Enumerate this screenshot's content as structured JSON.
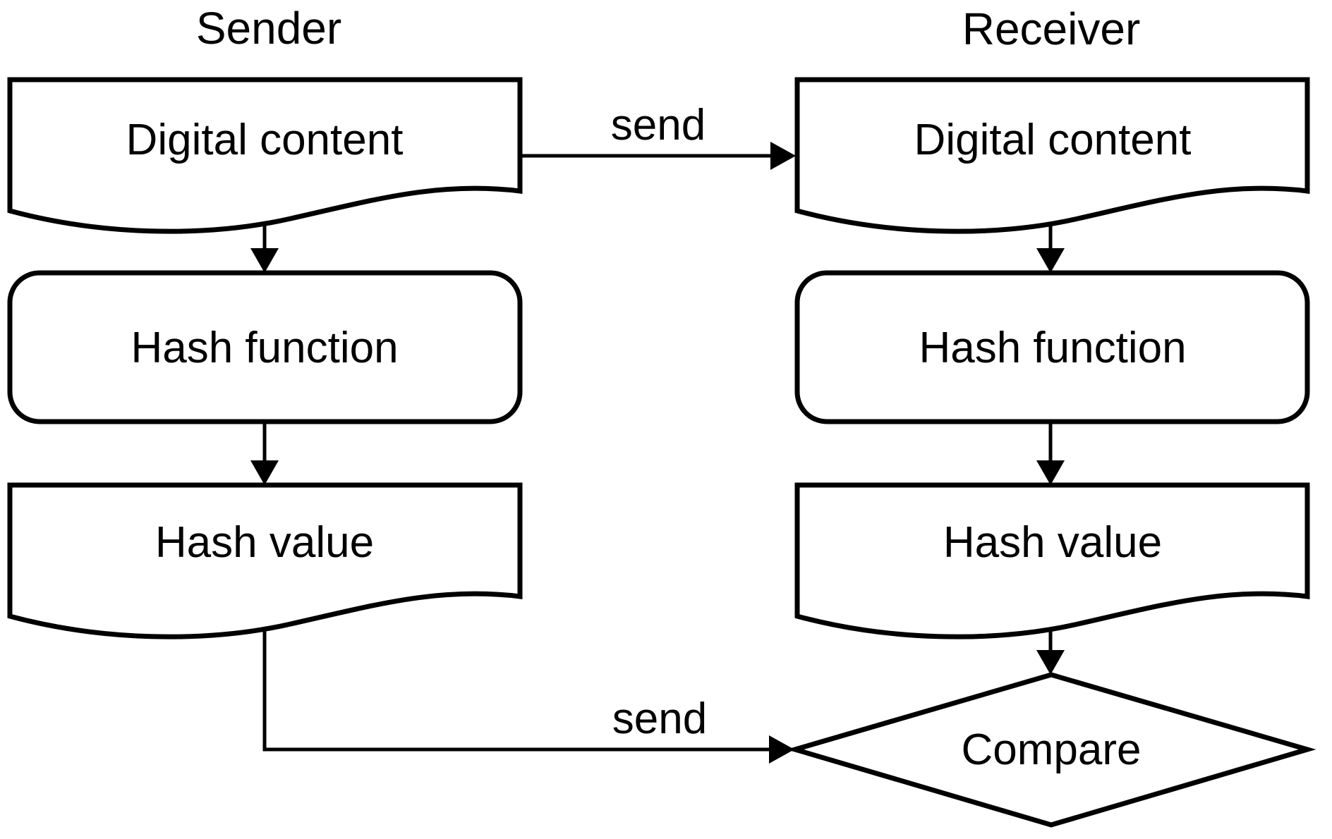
{
  "diagram": {
    "type": "flowchart",
    "background_color": "#ffffff",
    "stroke_color": "#000000",
    "shape_fill_color": "#ffffff",
    "sender": {
      "title": "Sender",
      "nodes": [
        {
          "id": "sender-digital-content",
          "label": "Digital content",
          "shape": "document"
        },
        {
          "id": "sender-hash-function",
          "label": "Hash function",
          "shape": "rounded-rectangle"
        },
        {
          "id": "sender-hash-value",
          "label": "Hash value",
          "shape": "document"
        }
      ]
    },
    "receiver": {
      "title": "Receiver",
      "nodes": [
        {
          "id": "receiver-digital-content",
          "label": "Digital content",
          "shape": "document"
        },
        {
          "id": "receiver-hash-function",
          "label": "Hash function",
          "shape": "rounded-rectangle"
        },
        {
          "id": "receiver-hash-value",
          "label": "Hash value",
          "shape": "document"
        },
        {
          "id": "receiver-compare",
          "label": "Compare",
          "shape": "diamond"
        }
      ]
    },
    "edges": [
      {
        "from": "sender-digital-content",
        "to": "receiver-digital-content",
        "label": "send",
        "type": "straight-arrow"
      },
      {
        "from": "sender-digital-content",
        "to": "sender-hash-function",
        "label": "",
        "type": "straight-arrow"
      },
      {
        "from": "sender-hash-function",
        "to": "sender-hash-value",
        "label": "",
        "type": "straight-arrow"
      },
      {
        "from": "sender-hash-value",
        "to": "receiver-compare",
        "label": "send",
        "type": "elbow-arrow"
      },
      {
        "from": "receiver-digital-content",
        "to": "receiver-hash-function",
        "label": "",
        "type": "straight-arrow"
      },
      {
        "from": "receiver-hash-function",
        "to": "receiver-hash-value",
        "label": "",
        "type": "straight-arrow"
      },
      {
        "from": "receiver-hash-value",
        "to": "receiver-compare",
        "label": "",
        "type": "straight-arrow"
      }
    ]
  }
}
